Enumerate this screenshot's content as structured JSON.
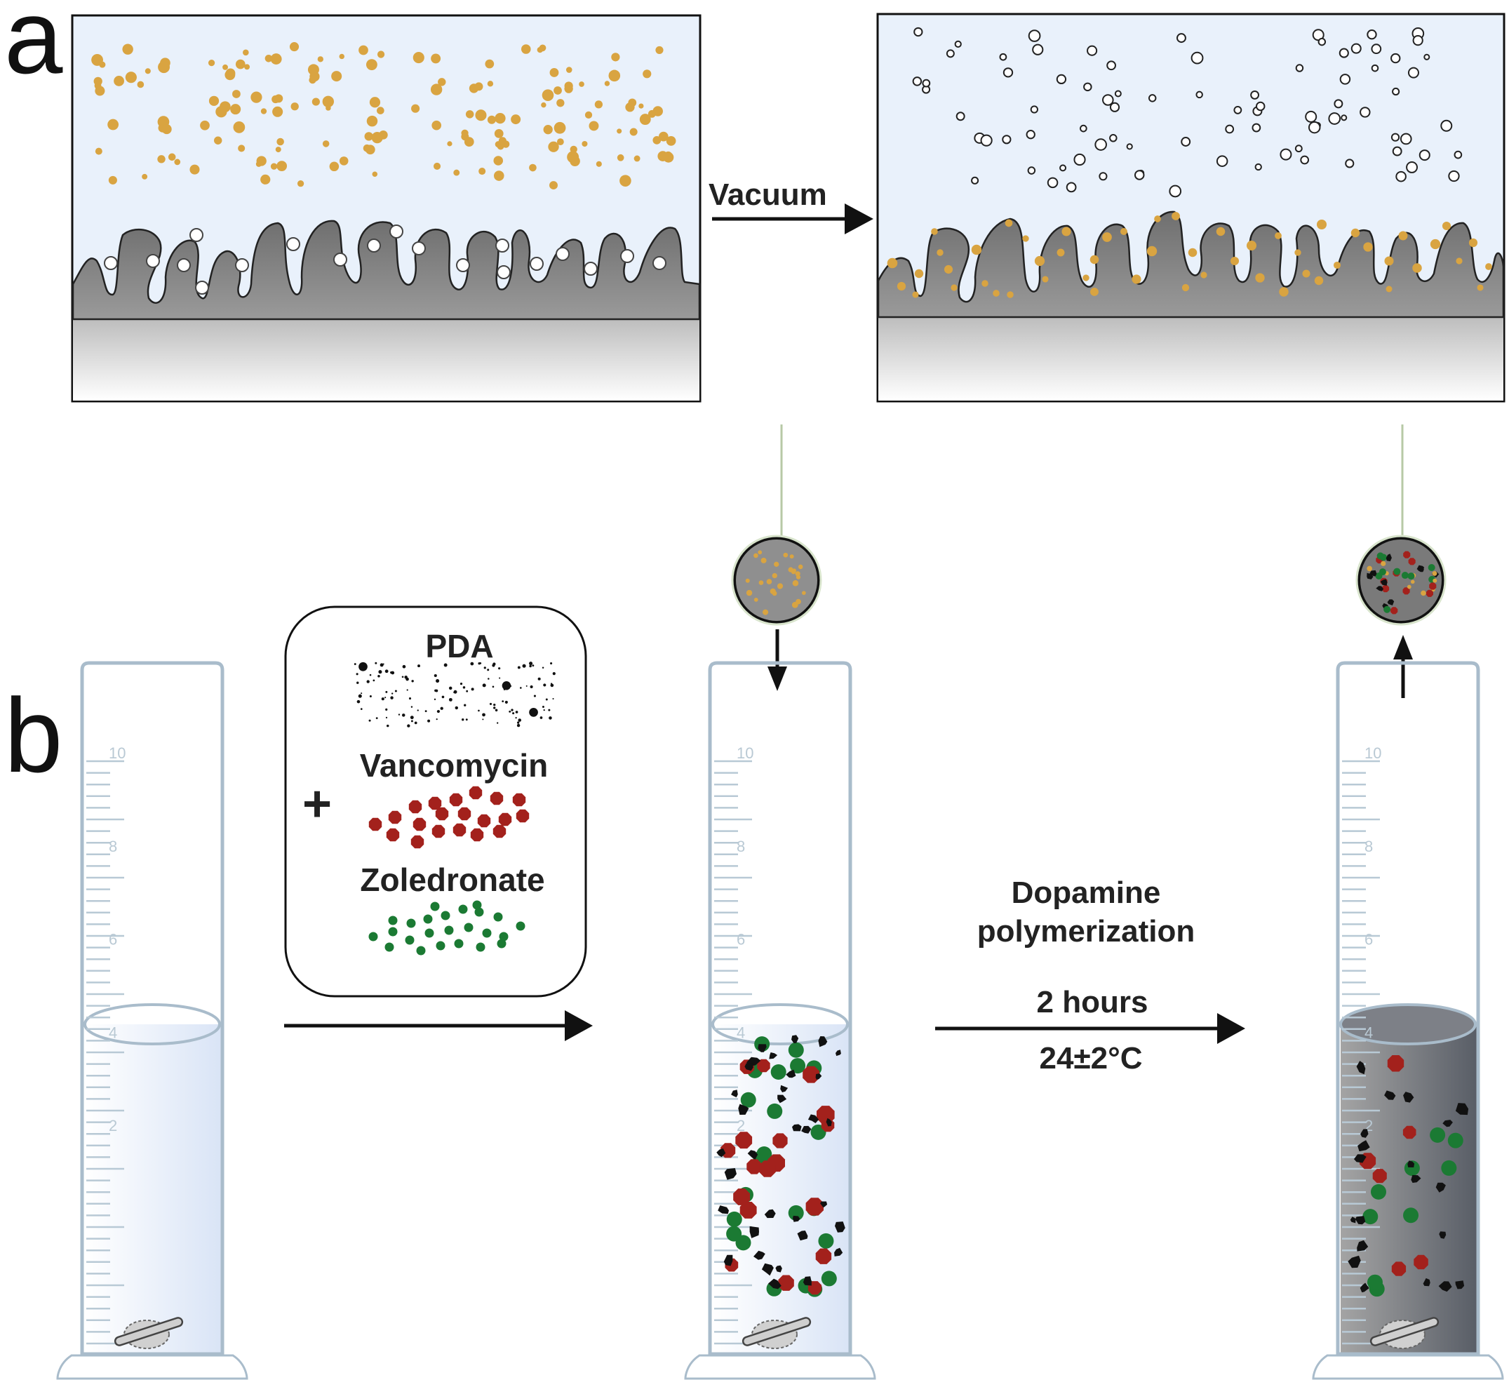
{
  "panels": {
    "a": "a",
    "b": "b"
  },
  "labels": {
    "vacuum": "Vacuum",
    "plus": "+",
    "pda": "PDA",
    "vancomycin": "Vancomycin",
    "zoledronate": "Zoledronate",
    "dopamine_line1": "Dopamine",
    "dopamine_line2": "polymerization",
    "time": "2 hours",
    "temperature": "24±2°C"
  },
  "cylinder_scale": {
    "ticks": [
      "10",
      "8",
      "6",
      "4",
      "2"
    ]
  },
  "colors": {
    "gold_particle": "#d9a441",
    "vancomycin": "#a3211c",
    "zoledronate": "#1b7a33",
    "pda": "#111111",
    "substrate_dark": "#7b7b7b",
    "liquid_blue": "#e6eefb",
    "panel_bg": "#e9f1fb",
    "cylinder_outline": "#a9bccb"
  }
}
